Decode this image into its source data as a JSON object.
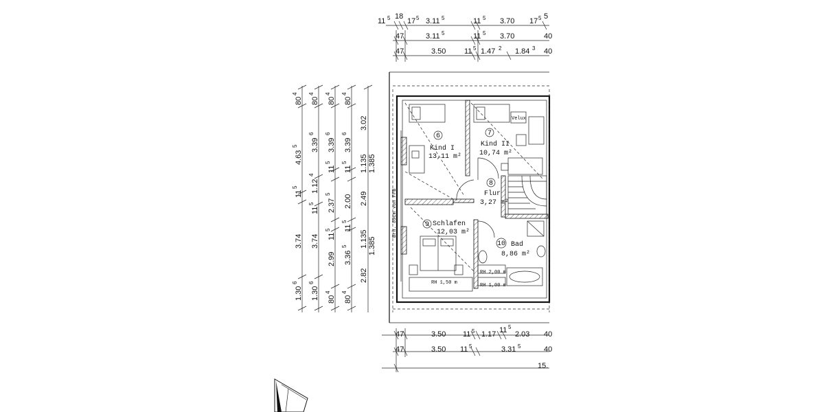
{
  "dimensions": {
    "top": [
      [
        "11",
        "18",
        "17",
        "3.11",
        "11",
        "3.70",
        "17",
        "5"
      ],
      [
        "47",
        "3.11",
        "11",
        "3.70",
        "40"
      ],
      [
        "47",
        "3.50",
        "11",
        "1.47",
        "1.84",
        "40"
      ]
    ],
    "top_sup": [
      [
        "5",
        "",
        "5",
        "5",
        "5",
        "",
        "5",
        ""
      ],
      [
        "",
        "5",
        "5",
        "",
        ""
      ],
      [
        "",
        "",
        "5",
        "2",
        "3",
        ""
      ]
    ],
    "bottom": [
      [
        "47",
        "3.50",
        "11",
        "1.17",
        "11",
        "2.03",
        "40"
      ],
      [
        "47",
        "3.50",
        "11",
        "3.31",
        "40"
      ],
      [
        "15."
      ]
    ],
    "bottom_sup": [
      [
        "",
        "",
        "5",
        "",
        "5",
        "",
        ""
      ],
      [
        "",
        "",
        "5",
        "5",
        ""
      ],
      [
        ""
      ]
    ],
    "left": [
      [
        "80",
        "4.63",
        "11",
        "3.74",
        "1.30"
      ],
      [
        "80",
        "3.39",
        "1.12",
        "11",
        "3.74",
        "1.30"
      ],
      [
        "80",
        "3.39",
        "11",
        "2.37",
        "11",
        "2.99",
        "80"
      ],
      [
        "80",
        "3.39",
        "11",
        "2.00",
        "11",
        "3.36",
        "80"
      ],
      [
        "3.02",
        "1.135",
        "2.49",
        "1.135",
        "2.82"
      ],
      [
        "1.385",
        "1.385"
      ]
    ],
    "left_sup": [
      [
        "4",
        "5",
        "5",
        "",
        "6"
      ],
      [
        "4",
        "6",
        "4",
        "5",
        "",
        "6"
      ],
      [
        "4",
        "6",
        "5",
        "5",
        "5",
        "",
        "4"
      ],
      [
        "4",
        "6",
        "5",
        "",
        "5",
        "5",
        "4"
      ],
      [
        "",
        "",
        "",
        "",
        ""
      ],
      [
        "",
        ""
      ]
    ]
  },
  "rooms": [
    {
      "num": "6",
      "name": "Kind I",
      "area": "13,11 m²"
    },
    {
      "num": "7",
      "name": "Kind II",
      "area": "10,74 m²"
    },
    {
      "num": "8",
      "name": "Flur",
      "area": "3,27 m²"
    },
    {
      "num": "9",
      "name": "Schlafen",
      "area": "12,03 m²"
    },
    {
      "num": "10",
      "name": "Bad",
      "area": "8,86 m²"
    }
  ],
  "notes": {
    "velux": "Velux",
    "brh": "Brh. 89cm von FFB",
    "rh150": "RH 1,50 m",
    "rh200": "RH 2,00 m",
    "rh100": "RH 1,00 m"
  }
}
